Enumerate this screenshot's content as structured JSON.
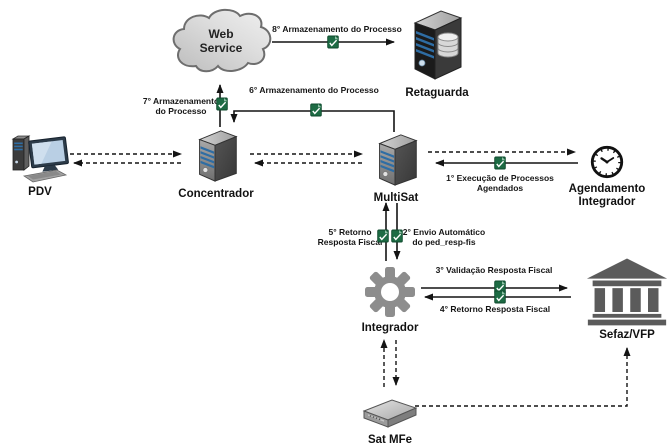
{
  "nodes": {
    "web_service": {
      "label": "Web\nService",
      "icon": "cloud-icon"
    },
    "retaguarda": {
      "label": "Retaguarda",
      "icon": "server-database-icon"
    },
    "pdv": {
      "label": "PDV",
      "icon": "desktop-computer-icon"
    },
    "concentrador": {
      "label": "Concentrador",
      "icon": "server-tower-icon"
    },
    "multisat": {
      "label": "MultiSat",
      "icon": "server-tower-icon"
    },
    "agendamento_integrador": {
      "label": "Agendamento\nIntegrador",
      "icon": "clock-icon"
    },
    "integrador": {
      "label": "Integrador",
      "icon": "gear-icon"
    },
    "sefaz_vfp": {
      "label": "Sefaz/VFP",
      "icon": "bank-building-icon"
    },
    "sat_mfe": {
      "label": "Sat MFe",
      "icon": "sat-device-icon"
    }
  },
  "edges": {
    "e1": {
      "label": "1° Execução de Processos\nAgendados",
      "from": "Agendamento Integrador",
      "to": "MultiSat",
      "line": "solid",
      "icon": "document-icon"
    },
    "e2": {
      "label": "2° Envio Automático\ndo ped_resp-fis",
      "from": "MultiSat",
      "to": "Integrador",
      "line": "solid",
      "icon": "document-icon"
    },
    "e3": {
      "label": "3° Validação Resposta Fiscal",
      "from": "Integrador",
      "to": "Sefaz/VFP",
      "line": "solid",
      "icon": "document-icon"
    },
    "e4": {
      "label": "4° Retorno Resposta Fiscal",
      "from": "Sefaz/VFP",
      "to": "Integrador",
      "line": "solid",
      "icon": "document-icon"
    },
    "e5": {
      "label": "5° Retorno\nResposta Fiscal",
      "from": "Integrador",
      "to": "MultiSat",
      "line": "solid",
      "icon": "document-icon"
    },
    "e6": {
      "label": "6° Armazenamento do Processo",
      "from": "MultiSat",
      "to": "Concentrador",
      "line": "solid",
      "icon": "document-icon"
    },
    "e7": {
      "label": "7° Armazenamento\ndo Processo",
      "from": "Concentrador",
      "to": "Web Service",
      "line": "solid",
      "icon": "document-icon"
    },
    "e8": {
      "label": "8° Armazenamento do Processo",
      "from": "Web Service",
      "to": "Retaguarda",
      "line": "solid",
      "icon": "document-icon"
    }
  },
  "links": [
    {
      "from": "PDV",
      "to": "Concentrador",
      "line": "dashed",
      "bidirectional": true
    },
    {
      "from": "Concentrador",
      "to": "MultiSat",
      "line": "dashed",
      "bidirectional": true
    },
    {
      "from": "MultiSat",
      "to": "Agendamento Integrador",
      "line": "dashed",
      "bidirectional": false
    },
    {
      "from": "Sat MFe",
      "to": "Integrador",
      "line": "dashed",
      "bidirectional": true
    },
    {
      "from": "Sat MFe",
      "to": "Sefaz/VFP",
      "line": "dashed",
      "bidirectional": false
    }
  ],
  "colors": {
    "background": "#ffffff",
    "line": "#141414",
    "text": "#111111",
    "document_icon_green": "#1d6b44",
    "server_stripe_blue": "#2e6da4",
    "gear_gray": "#8d8d8d",
    "building_gray": "#5b5b5b",
    "screen_blue": "#b9cfe4"
  }
}
